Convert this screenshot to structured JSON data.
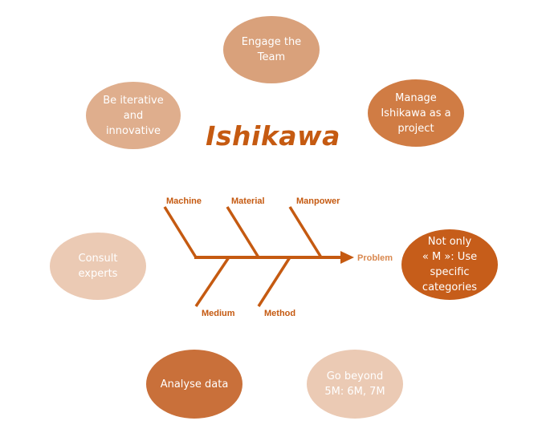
{
  "title": "Ishikawa",
  "bubbles": [
    {
      "id": "engage",
      "label": "Engage the\nTeam",
      "color": "#d9a17b"
    },
    {
      "id": "iterative",
      "label": "Be iterative\nand\ninnovative",
      "color": "#dfae8d"
    },
    {
      "id": "manage",
      "label": "Manage\nIshikawa as a\nproject",
      "color": "#d07c44"
    },
    {
      "id": "consult",
      "label": "Consult\nexperts",
      "color": "#ebcab4"
    },
    {
      "id": "notonly",
      "label": "Not only\n« M »: Use\nspecific\ncategories",
      "color": "#c65d1a"
    },
    {
      "id": "analyse",
      "label": "Analyse data",
      "color": "#c9703a"
    },
    {
      "id": "beyond",
      "label": "Go beyond\n5M: 6M, 7M",
      "color": "#ebcab4"
    }
  ],
  "fishbone": {
    "top_causes": [
      "Machine",
      "Material",
      "Manpower"
    ],
    "bottom_causes": [
      "Medium",
      "Method"
    ],
    "effect": "Problem",
    "bone_color": "#c55a11"
  }
}
